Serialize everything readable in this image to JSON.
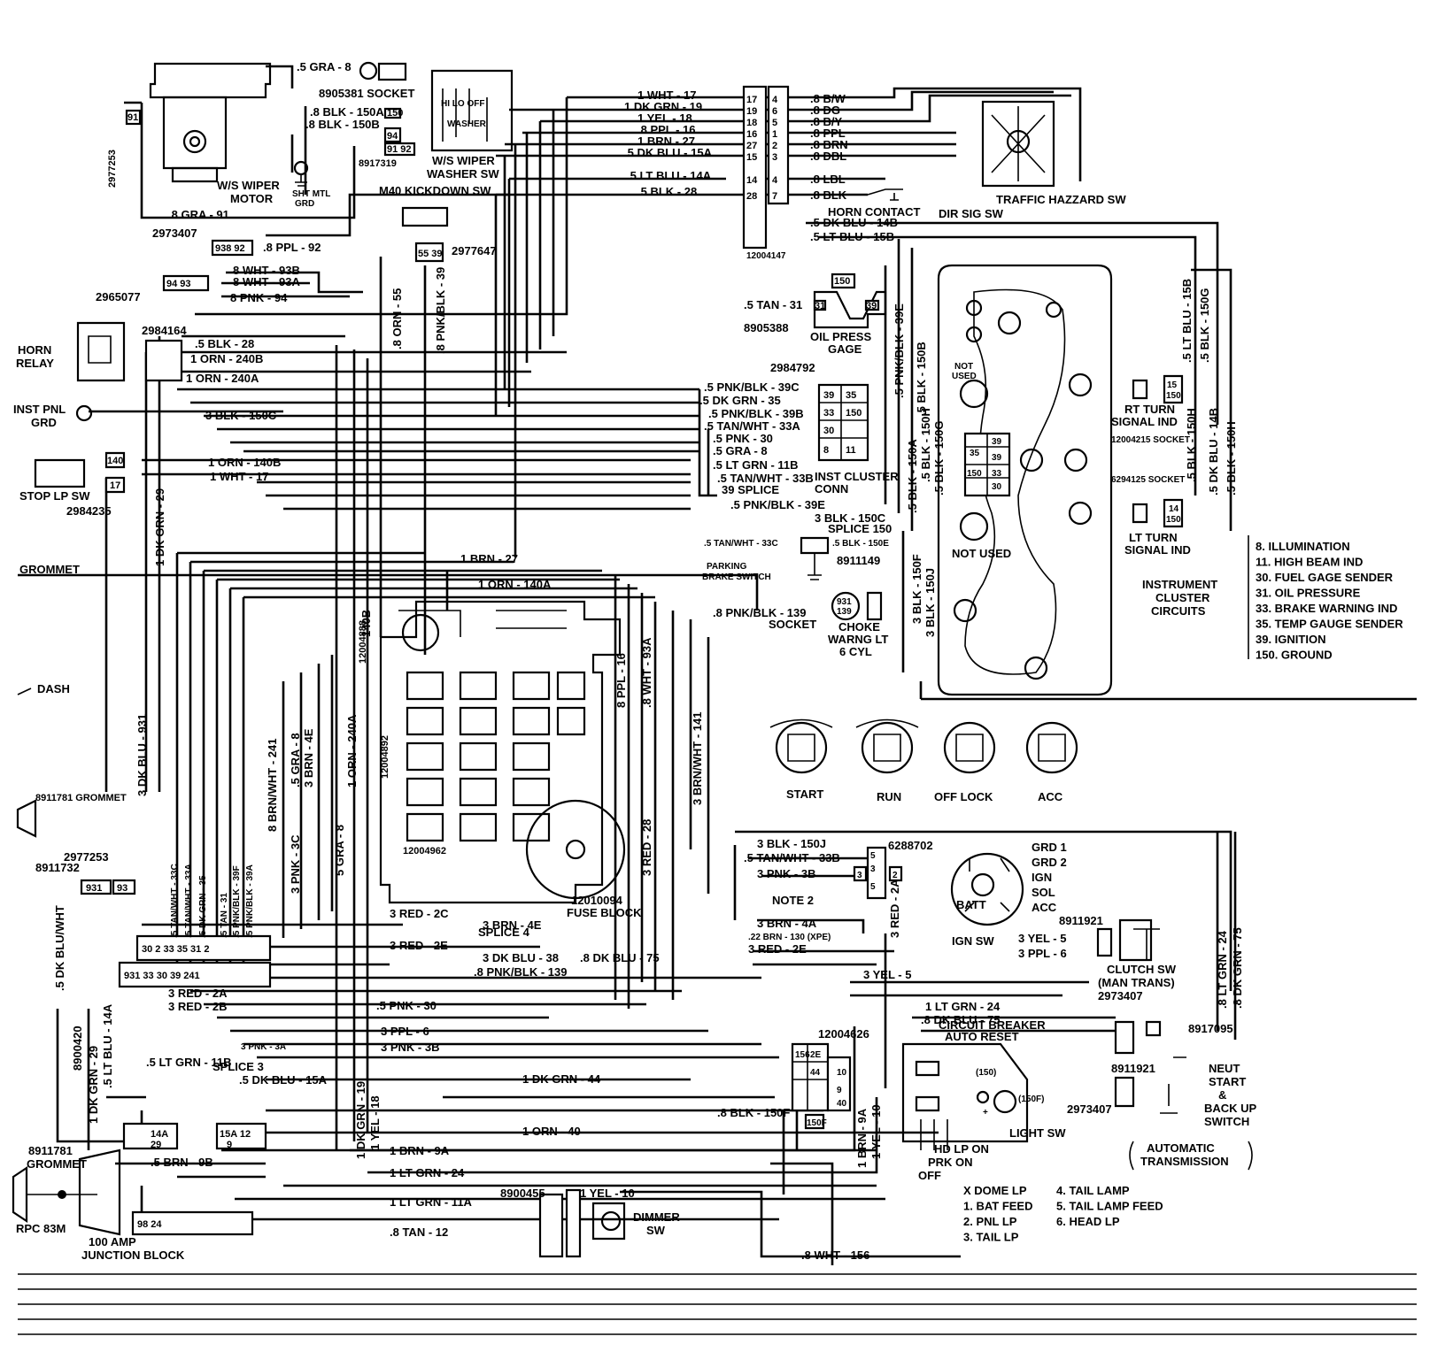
{
  "components": {
    "ws_wiper_motor": "W/S WIPER\nMOTOR",
    "ws_wiper_washer_sw": "W/S WIPER\nWASHER SW",
    "socket_8905381": "8905381 SOCKET",
    "sht_mtl_grd": "SHT MTL\nGRD",
    "m40_kickdown_sw": "M40 KICKDOWN SW",
    "horn_relay": "HORN\nRELAY",
    "inst_pnl_grd": "INST PNL\nGRD",
    "stop_lp_sw": "STOP LP SW",
    "grommet": "GROMMET",
    "dash": "DASH",
    "grommet_8911781": "8911781 GROMMET",
    "grommet_bottom": "8911781\nGROMMET",
    "rpc": "RPC 83M",
    "junction_block": "100 AMP\nJUNCTION BLOCK",
    "traffic_hazzard_sw": "TRAFFIC HAZZARD SW",
    "horn_contact": "HORN CONTACT",
    "dir_sig_sw": "DIR SIG SW",
    "oil_press_gage": "OIL PRESS\nGAGE",
    "inst_cluster_conn": "INST CLUSTER\nCONN",
    "splice_39": "39 SPLICE",
    "splice_150": "SPLICE 150",
    "parking_brake_switch": "PARKING\nBRAKE SWITCH",
    "choke_warng_lt": "CHOKE\nWARNG LT\n6 CYL",
    "socket": "SOCKET",
    "rt_turn_signal_ind": "RT TURN\nSIGNAL IND",
    "lt_turn_signal_ind": "LT TURN\nSIGNAL IND",
    "socket_12004215": "12004215 SOCKET",
    "socket_6294125": "6294125 SOCKET",
    "not_used_1": "NOT\nUSED",
    "not_used_2": "NOT USED",
    "instrument_cluster_circuits": "INSTRUMENT\nCLUSTER\nCIRCUITS",
    "fuse_block": "12010094\nFUSE BLOCK",
    "ign_sw": "IGN SW",
    "batt": "BATT",
    "clutch_sw": "CLUTCH SW\n(MAN TRANS)",
    "light_sw": "LIGHT SW",
    "circuit_breaker": "CIRCUIT BREAKER\nAUTO RESET",
    "dimmer_sw": "DIMMER\nSW",
    "neut_start": "NEUT\nSTART\n&\nBACK UP\nSWITCH",
    "automatic_transmission": "AUTOMATIC\nTRANSMISSION",
    "splice_3": "SPLICE 3",
    "splice_4": "SPLICE 4",
    "note_2": "NOTE 2"
  },
  "part_numbers": [
    "2977253",
    "2973407",
    "2965077",
    "2984164",
    "2984235",
    "8917319",
    "2977647",
    "8905388",
    "2984792",
    "8911149",
    "12004147",
    "12004888",
    "12004892",
    "12004962",
    "6288702",
    "8911921",
    "2973407",
    "8917095",
    "8911921",
    "2973407",
    "12004626",
    "8900455",
    "8900420",
    "2977253",
    "8911732"
  ],
  "ign_positions": [
    "START",
    "RUN",
    "OFF LOCK",
    "ACC"
  ],
  "ign_terminals": [
    "GRD 1",
    "GRD 2",
    "IGN",
    "SOL",
    "ACC"
  ],
  "circuit_legend": [
    "8. ILLUMINATION",
    "11. HIGH BEAM IND",
    "30. FUEL GAGE SENDER",
    "31. OIL PRESSURE",
    "33. BRAKE WARNING IND",
    "35. TEMP GAUGE SENDER",
    "39. IGNITION",
    "150. GROUND"
  ],
  "light_sw_legend": [
    "X DOME LP",
    "1. BAT FEED",
    "2. PNL LP",
    "3. TAIL LP",
    "4. TAIL LAMP",
    "5. TAIL LAMP FEED",
    "6. HEAD LP"
  ],
  "light_sw_positions": [
    "HD LP ON",
    "PRK ON",
    "OFF"
  ],
  "wire_labels": {
    "top_left": [
      ".5 GRA - 8",
      ".8 BLK - 150A",
      ".8 BLK - 150B",
      ".8 GRA - 91",
      ".8 PPL - 92",
      "8 WHT - 93B",
      "8 WHT - 93A",
      "8 PNK - 94",
      ".5 BLK - 28",
      "1 ORN - 240B",
      "1 ORN - 240A",
      "3 BLK - 150C",
      "1 ORN - 140B",
      "1 WHT - 17",
      "1 BRN - 27",
      "1 ORN - 140A"
    ],
    "top_center": [
      "1 WHT - 17",
      "1 DK GRN - 19",
      "1 YEL - 18",
      ".8 PPL - 16",
      "1 BRN - 27",
      ".5 DK BLU - 15A",
      ".5 LT BLU - 14A",
      ".5 BLK - 28"
    ],
    "top_right": [
      ".8 B/W",
      ".8 DG",
      ".8 B/Y",
      ".8 PPL",
      ".8 BRN",
      ".8 DBL",
      ".8 LBL",
      ".8 BLK",
      ".5 DK BLU - 14B",
      ".5 LT BLU - 15B"
    ],
    "cluster": [
      ".5 TAN - 31",
      ".5 PNK/BLK - 39C",
      ".5 DK GRN - 35",
      ".5 PNK/BLK - 39B",
      ".5 TAN/WHT - 33A",
      ".5 PNK - 30",
      ".5 GRA - 8",
      ".5 LT GRN - 11B",
      ".5 TAN/WHT - 33B",
      ".5 PNK/BLK - 39E",
      "3 BLK - 150C",
      ".5 TAN/WHT - 33C",
      ".5 BLK - 150E",
      ".8 PNK/BLK - 139"
    ],
    "vertical_right": [
      ".5 PNK/BLK - 39E",
      ".5 BLK - 150B",
      ".5 BLK - 150A",
      ".5 BLK - 150H",
      ".5 BLK - 150G",
      "3 BLK - 150F",
      "3 BLK - 150J",
      ".5 LT BLU - 15B",
      ".5 BLK - 150G",
      ".5 BLK - 150H",
      ".5 DK BLU - 14B",
      ".5 BLK - 150H"
    ],
    "vertical_left": [
      "1 DK GRN - 29",
      "3 DK BLU - 931",
      ".5 DK BLU/WHT",
      ".8 ORN - 55",
      ".8 PNK/BLK - 39",
      "140B",
      "8 PPL - 16",
      ".8 WHT - 93A",
      "3 BRN/WHT - 141",
      "3 RED - 28",
      "8 BRN/WHT - 241",
      ".5 GRA - 8",
      "3 BRN - 4E",
      "1 ORN - 240A",
      "5 GRA - 8",
      "3 PNK - 3C",
      ".5 TAN/WHT - 33C",
      ".5 TAN/WHT - 33A",
      ".5 DK GRN - 35",
      ".5 TAN - 31",
      ".5 PNK/BLK - 39F",
      ".5 PNK/BLK - 39A",
      "1 DK GRN - 29",
      ".5 LT BLU - 14A",
      "1 DK GRN - 19",
      "1 YEL - 18"
    ],
    "bottom": [
      "3 RED - 2C",
      "3 BRN - 4E",
      "3 RED - 2E",
      "3 DK BLU - 38",
      ".8 DK BLU - 75",
      ".8 PNK/BLK - 139",
      ".5 PNK - 30",
      "3 PPL - 6",
      "3 PNK - 3B",
      "3 PNK - 3A",
      "3 RED - 2A",
      "3 RED - 2B",
      ".5 LT GRN - 11B",
      ".5 DK BLU - 15A",
      "1 DK GRN - 44",
      "1 ORN - 40",
      "1 BRN - 9A",
      "1 LT GRN - 24",
      "1 LT GRN - 11A",
      ".8 TAN - 12",
      ".5 BRN - 9B",
      "1 YEL - 10",
      ".8 WHT - 156",
      ".8 BLK - 150F"
    ],
    "ign_area": [
      "3 BLK - 150J",
      ".5 TAN/WHT - 33B",
      "3 PNK - 3B",
      "3 BRN - 4A",
      ".22 BRN - 130 (XPE)",
      "3 RED - 2E",
      "3 RED - 2A",
      "3 YEL - 5",
      "3 YEL - 5",
      "3 PPL - 6",
      "1 LT GRN - 24",
      ".8 DK BLU - 75",
      ".8 LT GRN - 24",
      ".8 DK GRN - 75",
      "1 BRN - 9A",
      "1 YEL - 10"
    ]
  }
}
